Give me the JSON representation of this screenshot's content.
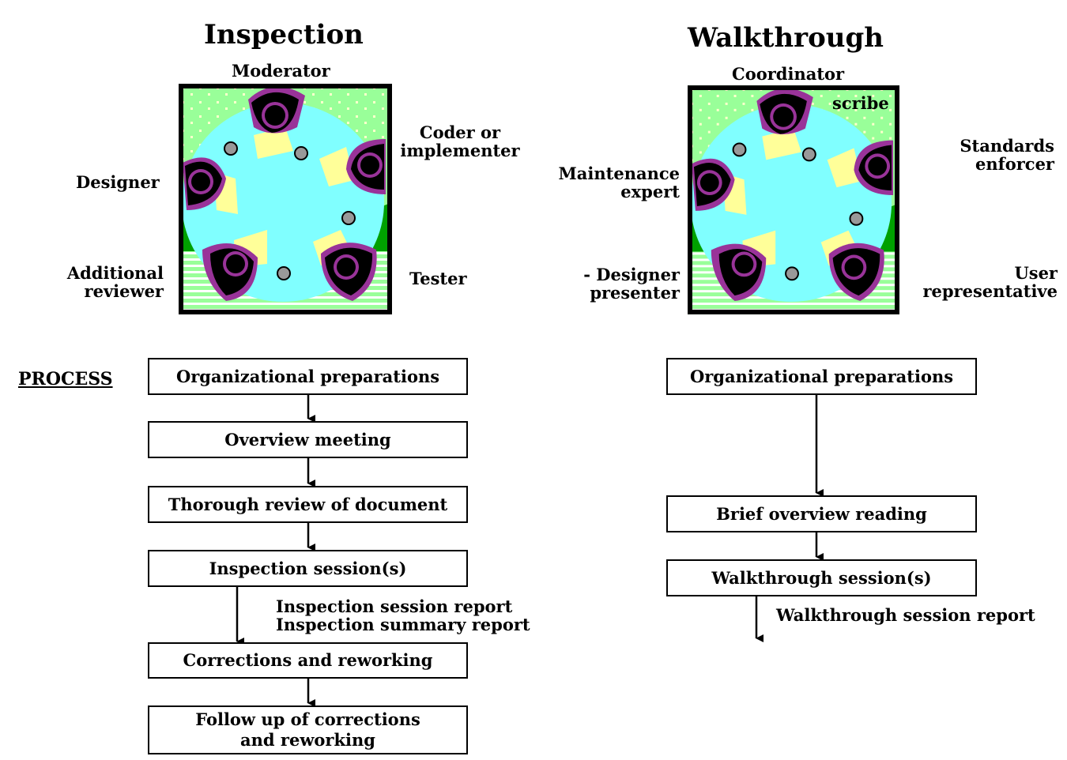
{
  "inspection": {
    "title": "Inspection",
    "roles": {
      "moderator": "Moderator",
      "coder_line1": "Coder or",
      "coder_line2": "implementer",
      "designer": "Designer",
      "additional_line1": "Additional",
      "additional_line2": "reviewer",
      "tester": "Tester"
    },
    "process_label": "PROCESS",
    "steps": [
      "Organizational preparations",
      "Overview meeting",
      "Thorough review of document",
      "Inspection session(s)",
      "Corrections and reworking",
      "Follow up of corrections and reworking"
    ],
    "step6_line1": "Follow up of corrections",
    "step6_line2": "and reworking",
    "reports_line1": "Inspection session report",
    "reports_line2": "Inspection summary report"
  },
  "walkthrough": {
    "title": "Walkthrough",
    "roles": {
      "coordinator": "Coordinator",
      "scribe": "scribe",
      "standards_line1": "Standards",
      "standards_line2": "enforcer",
      "maintenance_line1": "Maintenance",
      "maintenance_line2": "expert",
      "designer_line1": "- Designer",
      "designer_line2": "presenter",
      "user_line1": "User",
      "user_line2": "representative"
    },
    "steps": [
      "Organizational preparations",
      "Brief overview reading",
      "Walkthrough session(s)"
    ],
    "report": "Walkthrough session report"
  },
  "colors": {
    "table": "#80ffff",
    "floor_green": "#99ff99",
    "dark_green": "#00a000",
    "person_purple": "#993399",
    "paper_yellow": "#ffff99"
  }
}
